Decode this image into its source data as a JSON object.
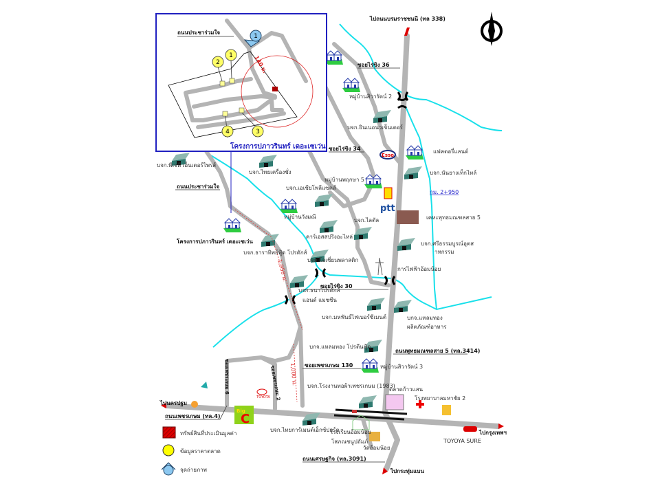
{
  "inset": {
    "road_label": "ถนนประชาร่วมใจ",
    "title": "โครงการปภาวรินทร์ เดอะเซเว่น",
    "distance": "140 ม.",
    "photo_point": "1",
    "market_points": [
      "1",
      "2",
      "3",
      "4"
    ]
  },
  "north": "N",
  "labels": {
    "to_borommaratchachonnani": "ไปถนนบรมราชชนนี (ทล 338)",
    "soi_raiking_36": "ซอยไร่ขิง 36",
    "sivarat_2": "หมู่บ้านสิวารัตน์ 2",
    "yinnuo": "บจก.ยินเนอนวเซ็นเตอร์",
    "soi_raiking_34": "ซอยไร่ขิง 34",
    "factory_land": "แฟคตอรี่แลนด์",
    "nanyang": "บจก.นันยางเท็กไทล์",
    "km_marker": "กม. 2+950",
    "kheha": "เคหะพุทธมณฑลสาย 5",
    "sritham_1": "บจก.ศรีธรรมบูรณ์อุตส",
    "sritham_2": "าหกรรม",
    "electric": "การไฟฟ้าอ้อมน้อย",
    "soi_raiking_30": "ซอยไร่ขิง 30",
    "laemthong_food_1": "บกจ.แหลมทอง",
    "laemthong_food_2": "ผลิตภัณฑ์อาหาร",
    "pjp": "บจก.พีเจพี เอ็นเตอร์ไพรส์",
    "thai_scale": "บจก.ไทยเครื่องชั่ง",
    "pruksa_5": "หมู่บ้านพฤกษา 5",
    "asia_poly": "บจก.เอเชียโพลีแซคส์",
    "pracharuamjai": "ถนนประชาร่วมใจ",
    "wangmani": "หมู่บ้านวังมณี",
    "laital": "บจก.ไลตัล",
    "car_spring": "คาร์เอสสปริงอะไหล่",
    "project": "โครงการปภาวรินทร์ เดอะเซเว่น",
    "tharathip": "บจก.ธาราทิพย์ฟู้ด โปรดักส์",
    "ocean": "บจก.โอเชี่ยนพลาสติก",
    "dist_1950": "1,950 ม.",
    "thana_1": "บจก.ธนาโปรดักส์",
    "thana_2": "แอนด์ แมชชีน",
    "mahaphan": "บจก.มหพันธ์ไฟเบอร์ซีเมนต์",
    "laemthong_protein": "บกจ.แหลมทอง โปรตีนฟู้ด",
    "phutthamonthon_5": "ถนนพุทธมณฑลสาย 5 (ทล.3414)",
    "soi_phetkasem_130": "ซอยเพชรเกษม 130",
    "sivarat_3": "หมู่บ้านสิวารัตน์ 3",
    "weaving": "บจก.โรงงานทอผ้าเพชรเกษม (1983)",
    "kaosaen_market": "ตลาดก้าวแสน",
    "mahachai_hospital": "โรงพยาบาลมหาชัย 2",
    "soi_phetkasem_6": "ซอยเพชรเกษม 6",
    "soi_phetkasem_2": "ซอยเพชรเกษม 2",
    "dist_1000": "1,000 ม.",
    "to_nakhonpathom": "ไปนครปฐม",
    "phetkasem_road": "ถนนเพชรเกษม (ทล.4)",
    "thai_garment": "บจก.ไทยการ์เมนต์เอ็กซ์ปอร์ต",
    "school_1": "โรงเรียนอ้อมน้อย",
    "school_2": "โสภณชนูปถัมภ์",
    "wat": "วัดอ้อมน้อย",
    "toyota_sure": "TOYOYA SURE",
    "to_bangkok": "ไปกรุงเทพฯ",
    "setthakit": "ถนนเศรษฐกิจ (ทล.3091)",
    "to_krathumbaen": "ไปกระทุ่มแบน"
  },
  "logos": {
    "esso": "Esso",
    "ptt": "ptt",
    "bigc_top": "Big",
    "bigc": "C",
    "toyota": "TOYOTA"
  },
  "legend": [
    {
      "label": "ทรัพย์สินที่ประเมินมูลค่า",
      "icon": "red-hatched-square"
    },
    {
      "label": "ข้อมูลราคาตลาด",
      "icon": "yellow-circle"
    },
    {
      "label": "จุดถ่ายภาพ",
      "icon": "blue-camera-marker"
    }
  ],
  "colors": {
    "road": "#b4b4b4",
    "river": "#19e0ea",
    "inset_border": "#2020c0",
    "property": "#c00000",
    "market": "#ffff00",
    "photo": "#8cc8f0"
  }
}
